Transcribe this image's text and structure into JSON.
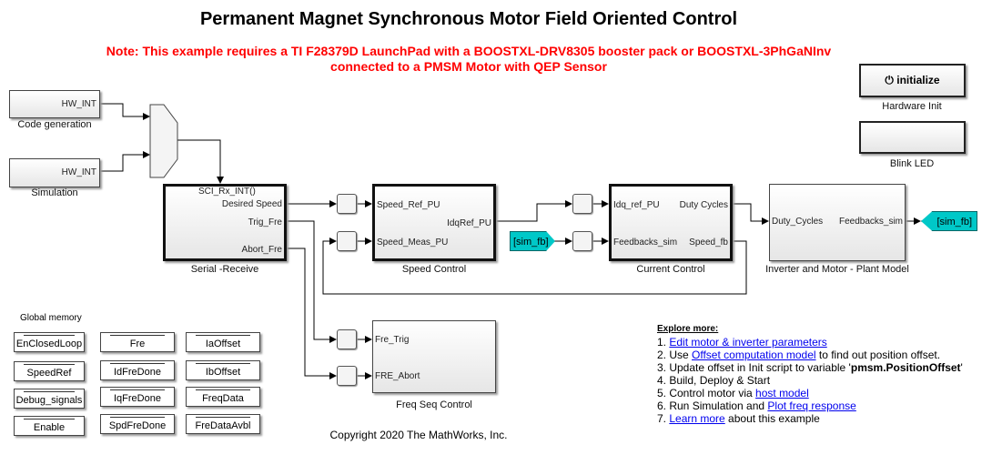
{
  "title": "Permanent Magnet Synchronous Motor Field Oriented Control",
  "note": [
    "Note: This example requires a TI F28379D LaunchPad with a BOOSTXL-DRV8305 booster pack or BOOSTXL-3PhGaNInv",
    "connected to a PMSM Motor with QEP Sensor"
  ],
  "hardware_init": {
    "button": "initialize",
    "label": "Hardware Init",
    "icon": "power-icon"
  },
  "blink_led": {
    "label": "Blink LED"
  },
  "code_gen": {
    "port": "HW_INT",
    "label": "Code generation"
  },
  "simulation": {
    "port": "HW_INT",
    "label": "Simulation"
  },
  "serial": {
    "trigger": "SCI_Rx_INT()",
    "ports": [
      "Desired Speed",
      "Trig_Fre",
      "Abort_Fre"
    ],
    "label": "Serial -Receive"
  },
  "speed_control": {
    "inputs": [
      "Speed_Ref_PU",
      "Speed_Meas_PU"
    ],
    "output": "IdqRef_PU",
    "label": "Speed Control"
  },
  "current_control": {
    "inputs": [
      "Idq_ref_PU",
      "Feedbacks_sim"
    ],
    "outputs": [
      "Duty Cycles",
      "Speed_fb"
    ],
    "label": "Current Control"
  },
  "plant": {
    "input": "Duty_Cycles",
    "output": "Feedbacks_sim",
    "label": "Inverter and Motor - Plant Model"
  },
  "goto_tag": "[sim_fb]",
  "from_tag": "[sim_fb]",
  "tag_color": "#00c8c8",
  "freq_seq": {
    "inputs": [
      "Fre_Trig",
      "FRE_Abort"
    ],
    "label": "Freq Seq Control"
  },
  "global_memory": {
    "label": "Global memory",
    "items": [
      "EnClosedLoop",
      "Fre",
      "IaOffset",
      "SpeedRef",
      "IdFreDone",
      "IbOffset",
      "Debug_signals",
      "IqFreDone",
      "FreqData",
      "Enable",
      "SpdFreDone",
      "FreDataAvbl"
    ]
  },
  "explore": {
    "heading": "Explore more:",
    "l1n": "1. ",
    "l1a": "Edit motor & inverter parameters",
    "l2n": "2. Use ",
    "l2a": "Offset computation model",
    "l2b": " to find out position offset.",
    "l3n": "3. Update offset in Init script to variable '",
    "l3b": "pmsm.PositionOffset",
    "l3c": "'",
    "l4": "4. Build, Deploy & Start",
    "l5n": "5. Control motor via ",
    "l5a": "host model",
    "l6n": "6. Run Simulation and ",
    "l6a": "Plot freq response",
    "l7n": "7. ",
    "l7a": "Learn more",
    "l7b": " about this example"
  },
  "copyright": "Copyright 2020 The MathWorks, Inc."
}
